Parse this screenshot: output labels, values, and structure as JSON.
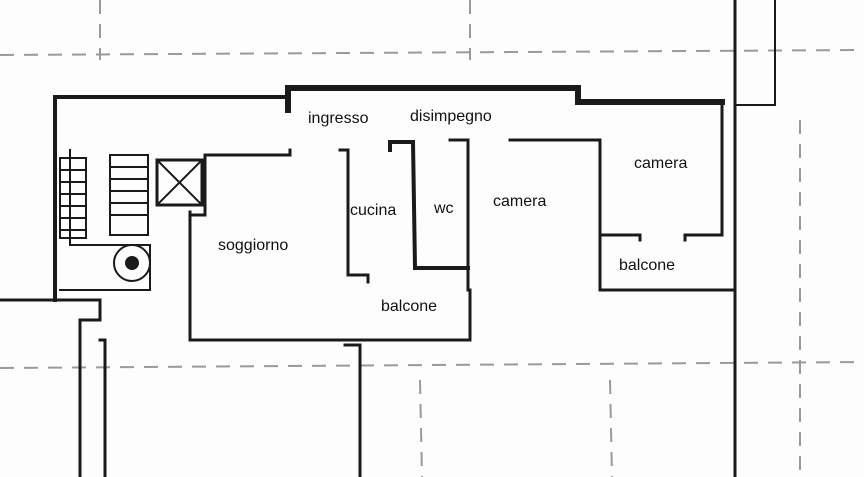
{
  "plan": {
    "rooms": {
      "ingresso": "ingresso",
      "disimpegno": "disimpegno",
      "camera_1": "camera",
      "camera_2": "camera",
      "cucina": "cucina",
      "wc": "wc",
      "soggiorno": "soggiorno",
      "balcone_1": "balcone",
      "balcone_2": "balcone"
    },
    "colors": {
      "wall": "#1a1a1a",
      "grid": "#9a9a9a",
      "background": "#fdfdfd"
    }
  }
}
